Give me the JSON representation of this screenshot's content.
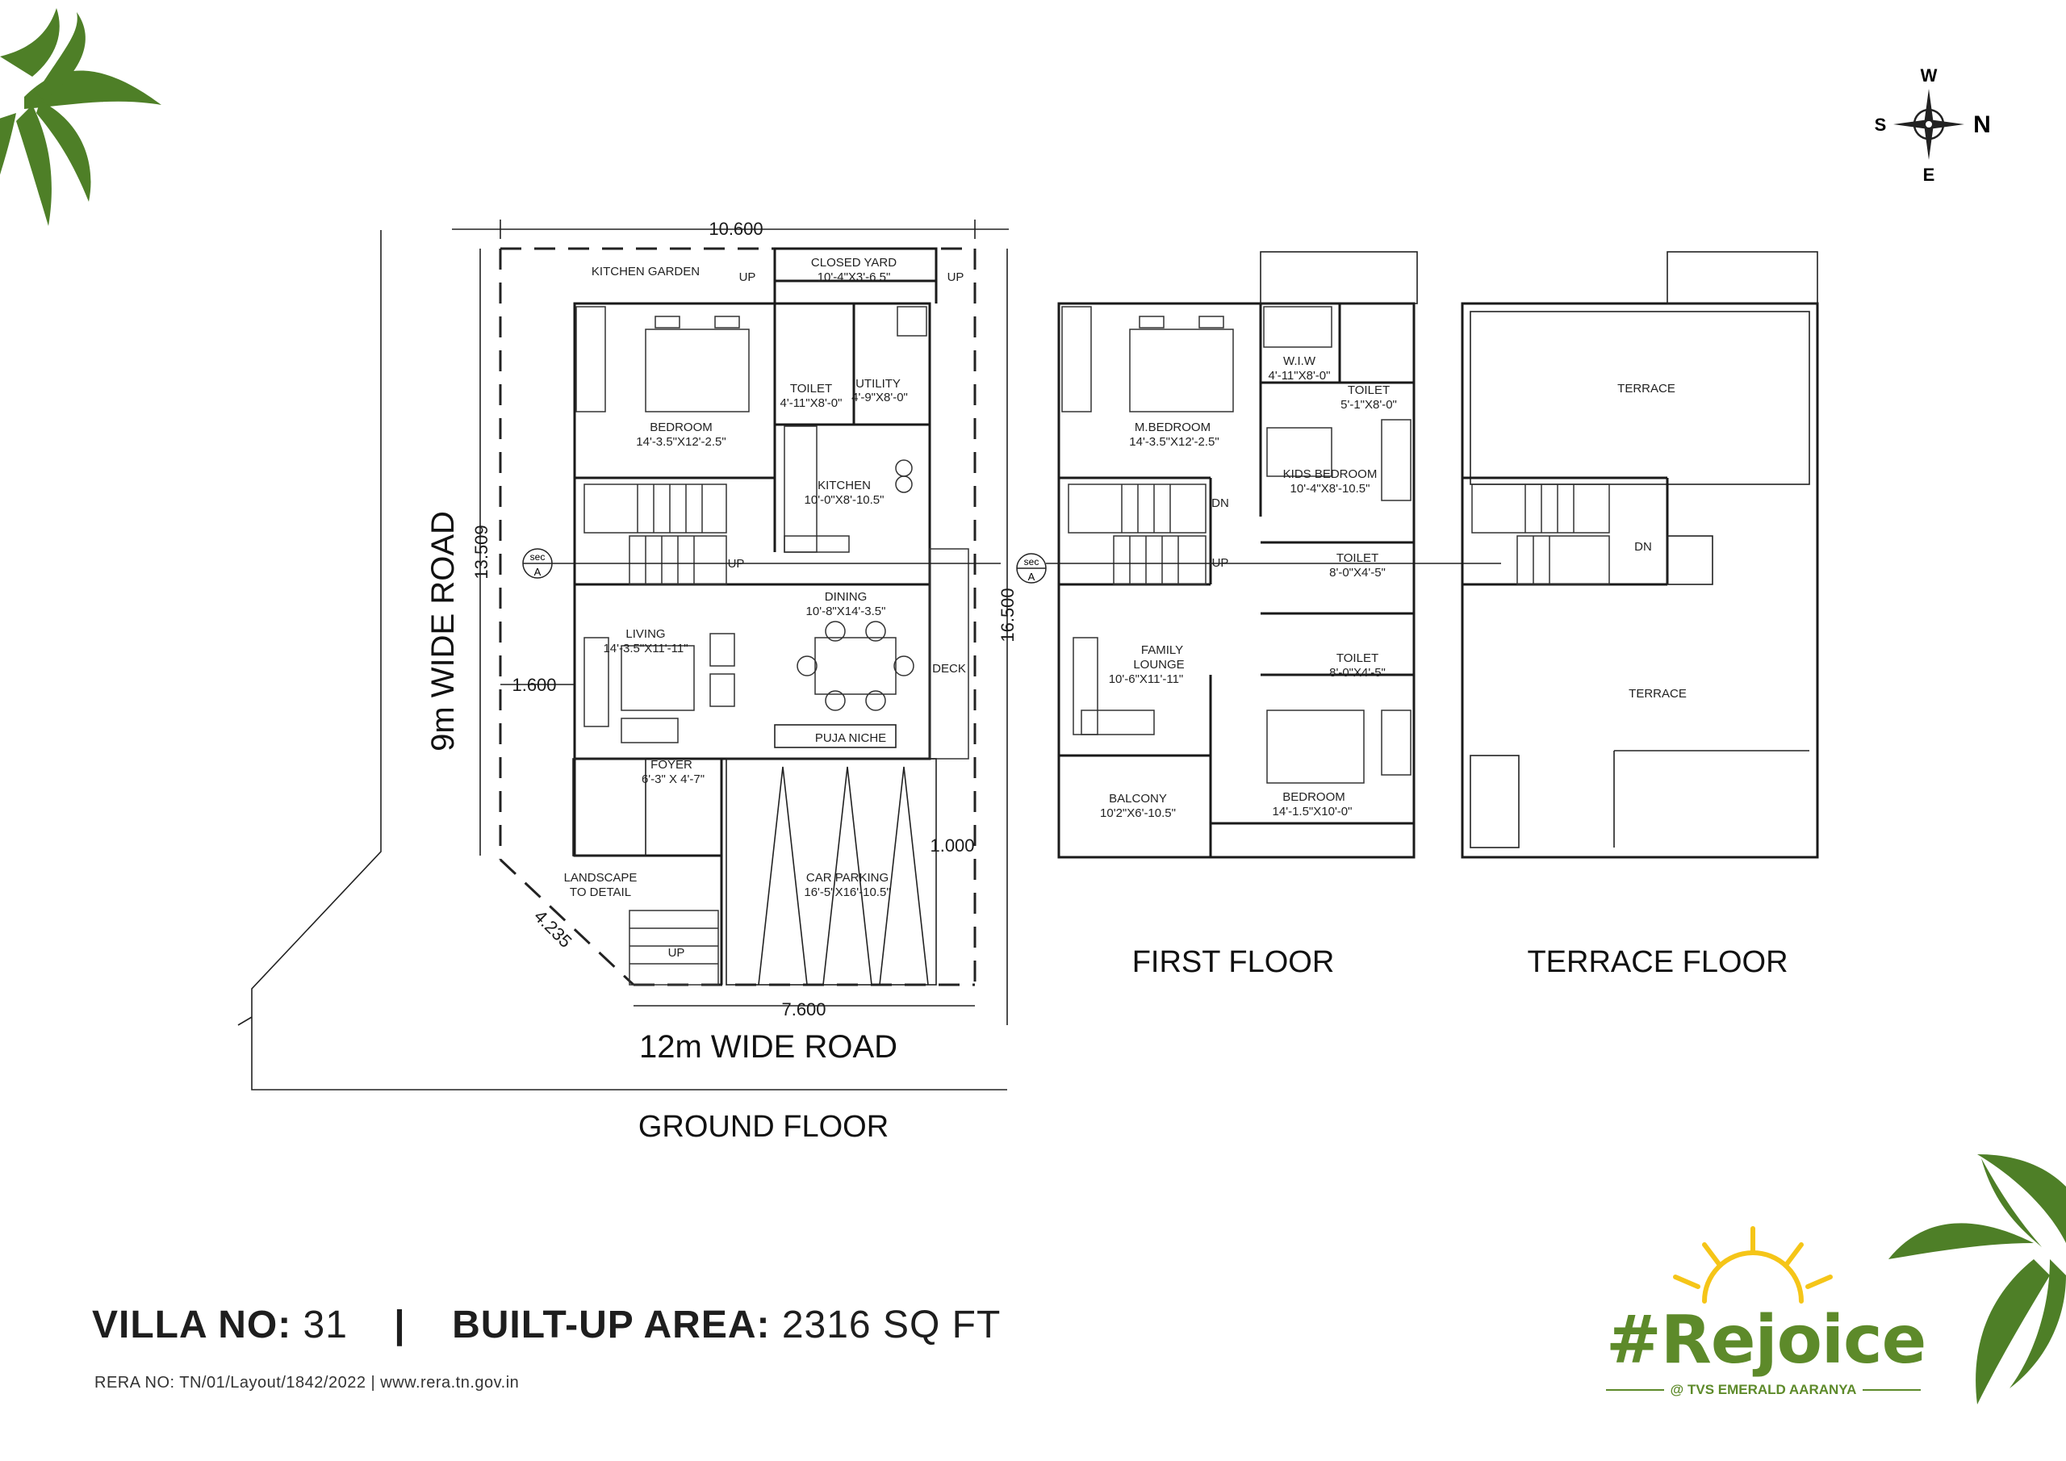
{
  "ground_floor": {
    "title": "GROUND FLOOR",
    "roads": {
      "left": "9m WIDE ROAD",
      "bottom": "12m WIDE ROAD"
    },
    "dimensions": {
      "top": "10.600",
      "left": "13.509",
      "right": "16.500",
      "setback_left": "1.600",
      "setback_right": "1.000",
      "bottom": "7.600",
      "corner": "4.235"
    },
    "rooms": [
      {
        "name": "KITCHEN GARDEN",
        "size": ""
      },
      {
        "name": "CLOSED YARD",
        "size": "10'-4\"X3'-6.5\""
      },
      {
        "name": "BEDROOM",
        "size": "14'-3.5\"X12'-2.5\""
      },
      {
        "name": "TOILET",
        "size": "4'-11\"X8'-0\""
      },
      {
        "name": "UTILITY",
        "size": "4'-9\"X8'-0\""
      },
      {
        "name": "KITCHEN",
        "size": "10'-0\"X8'-10.5\""
      },
      {
        "name": "DINING",
        "size": "10'-8\"X14'-3.5\""
      },
      {
        "name": "LIVING",
        "size": "14'-3.5\"X11'-11\""
      },
      {
        "name": "DECK",
        "size": ""
      },
      {
        "name": "PUJA NICHE",
        "size": ""
      },
      {
        "name": "FOYER",
        "size": "6'-3\" X 4'-7\""
      },
      {
        "name": "LANDSCAPE",
        "size": "TO DETAIL"
      },
      {
        "name": "CAR PARKING",
        "size": "16'-5\"X16'-10.5\""
      }
    ],
    "marks": {
      "up": "UP",
      "sec": "sec",
      "sec_letter": "A"
    }
  },
  "first_floor": {
    "title": "FIRST FLOOR",
    "rooms": [
      {
        "name": "M.BEDROOM",
        "size": "14'-3.5\"X12'-2.5\""
      },
      {
        "name": "W.I.W",
        "size": "4'-11\"X8'-0\""
      },
      {
        "name": "TOILET",
        "size": "5'-1\"X8'-0\""
      },
      {
        "name": "KIDS BEDROOM",
        "size": "10'-4\"X8'-10.5\""
      },
      {
        "name": "TOILET",
        "size": "8'-0\"X4'-5\""
      },
      {
        "name": "TOILET",
        "size": "8'-0\"X4'-5\""
      },
      {
        "name": "FAMILY",
        "size": ""
      },
      {
        "name": "LOUNGE",
        "size": "10'-6\"X11'-11\""
      },
      {
        "name": "BALCONY",
        "size": "10'2\"X6'-10.5\""
      },
      {
        "name": "BEDROOM",
        "size": "14'-1.5\"X10'-0\""
      }
    ],
    "marks": {
      "dn": "DN",
      "up": "UP",
      "sec": "sec",
      "sec_letter": "A"
    }
  },
  "terrace_floor": {
    "title": "TERRACE FLOOR",
    "rooms": [
      {
        "name": "TERRACE"
      },
      {
        "name": "TERRACE"
      }
    ],
    "marks": {
      "dn": "DN"
    }
  },
  "compass": {
    "n": "N",
    "s": "S",
    "e": "E",
    "w": "W"
  },
  "footer": {
    "villa_label": "VILLA NO:",
    "villa_value": "31",
    "separator": "|",
    "area_label": "BUILT-UP AREA:",
    "area_value": "2316 SQ FT",
    "rera": "RERA NO: TN/01/Layout/1842/2022 | www.rera.tn.gov.in"
  },
  "brand": {
    "name": "#Rejoice",
    "tagline": "@ TVS EMERALD AARANYA",
    "color": "#5d8a2a",
    "sun_color": "#f5c518"
  },
  "colors": {
    "palm": "#4e7f27",
    "line": "#1a1a1a"
  }
}
